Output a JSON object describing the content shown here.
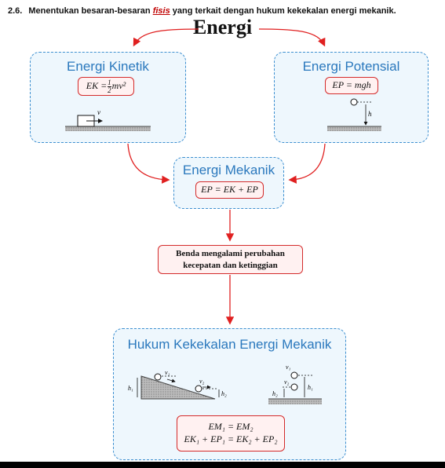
{
  "heading": {
    "number": "2.6.",
    "text_before": "Menentukan besaran-besaran ",
    "highlight": "fisis",
    "text_after": " yang terkait dengan hukum kekekalan energi mekanik."
  },
  "title": "Energi",
  "kinetic": {
    "title": "Energi Kinetik",
    "formula_lhs": "EK = ",
    "formula_num": "1",
    "formula_den": "2",
    "formula_rhs": "mv²",
    "label_v": "v"
  },
  "potential": {
    "title": "Energi Potensial",
    "formula": "EP = mgh",
    "label_h": "h"
  },
  "mechanical": {
    "title": "Energi Mekanik",
    "formula": "EP = EK + EP"
  },
  "note": {
    "line1": "Benda mengalami perubahan",
    "line2": "kecepatan dan ketinggian"
  },
  "law": {
    "title": "Hukum Kekekalan Energi Mekanik",
    "formula_line1": "EM₁ = EM₂",
    "formula_line2": "EK₁ + EP₁ = EK₂ + EP₂",
    "labels": {
      "v1": "v₁",
      "v2": "v₂",
      "h1": "h₁",
      "h2": "h₂"
    }
  },
  "colors": {
    "box_border": "#3d8fd0",
    "box_fill": "#eef7fd",
    "box_title": "#2a78bd",
    "formula_border": "#d42b2b",
    "arrow": "#e02020"
  }
}
